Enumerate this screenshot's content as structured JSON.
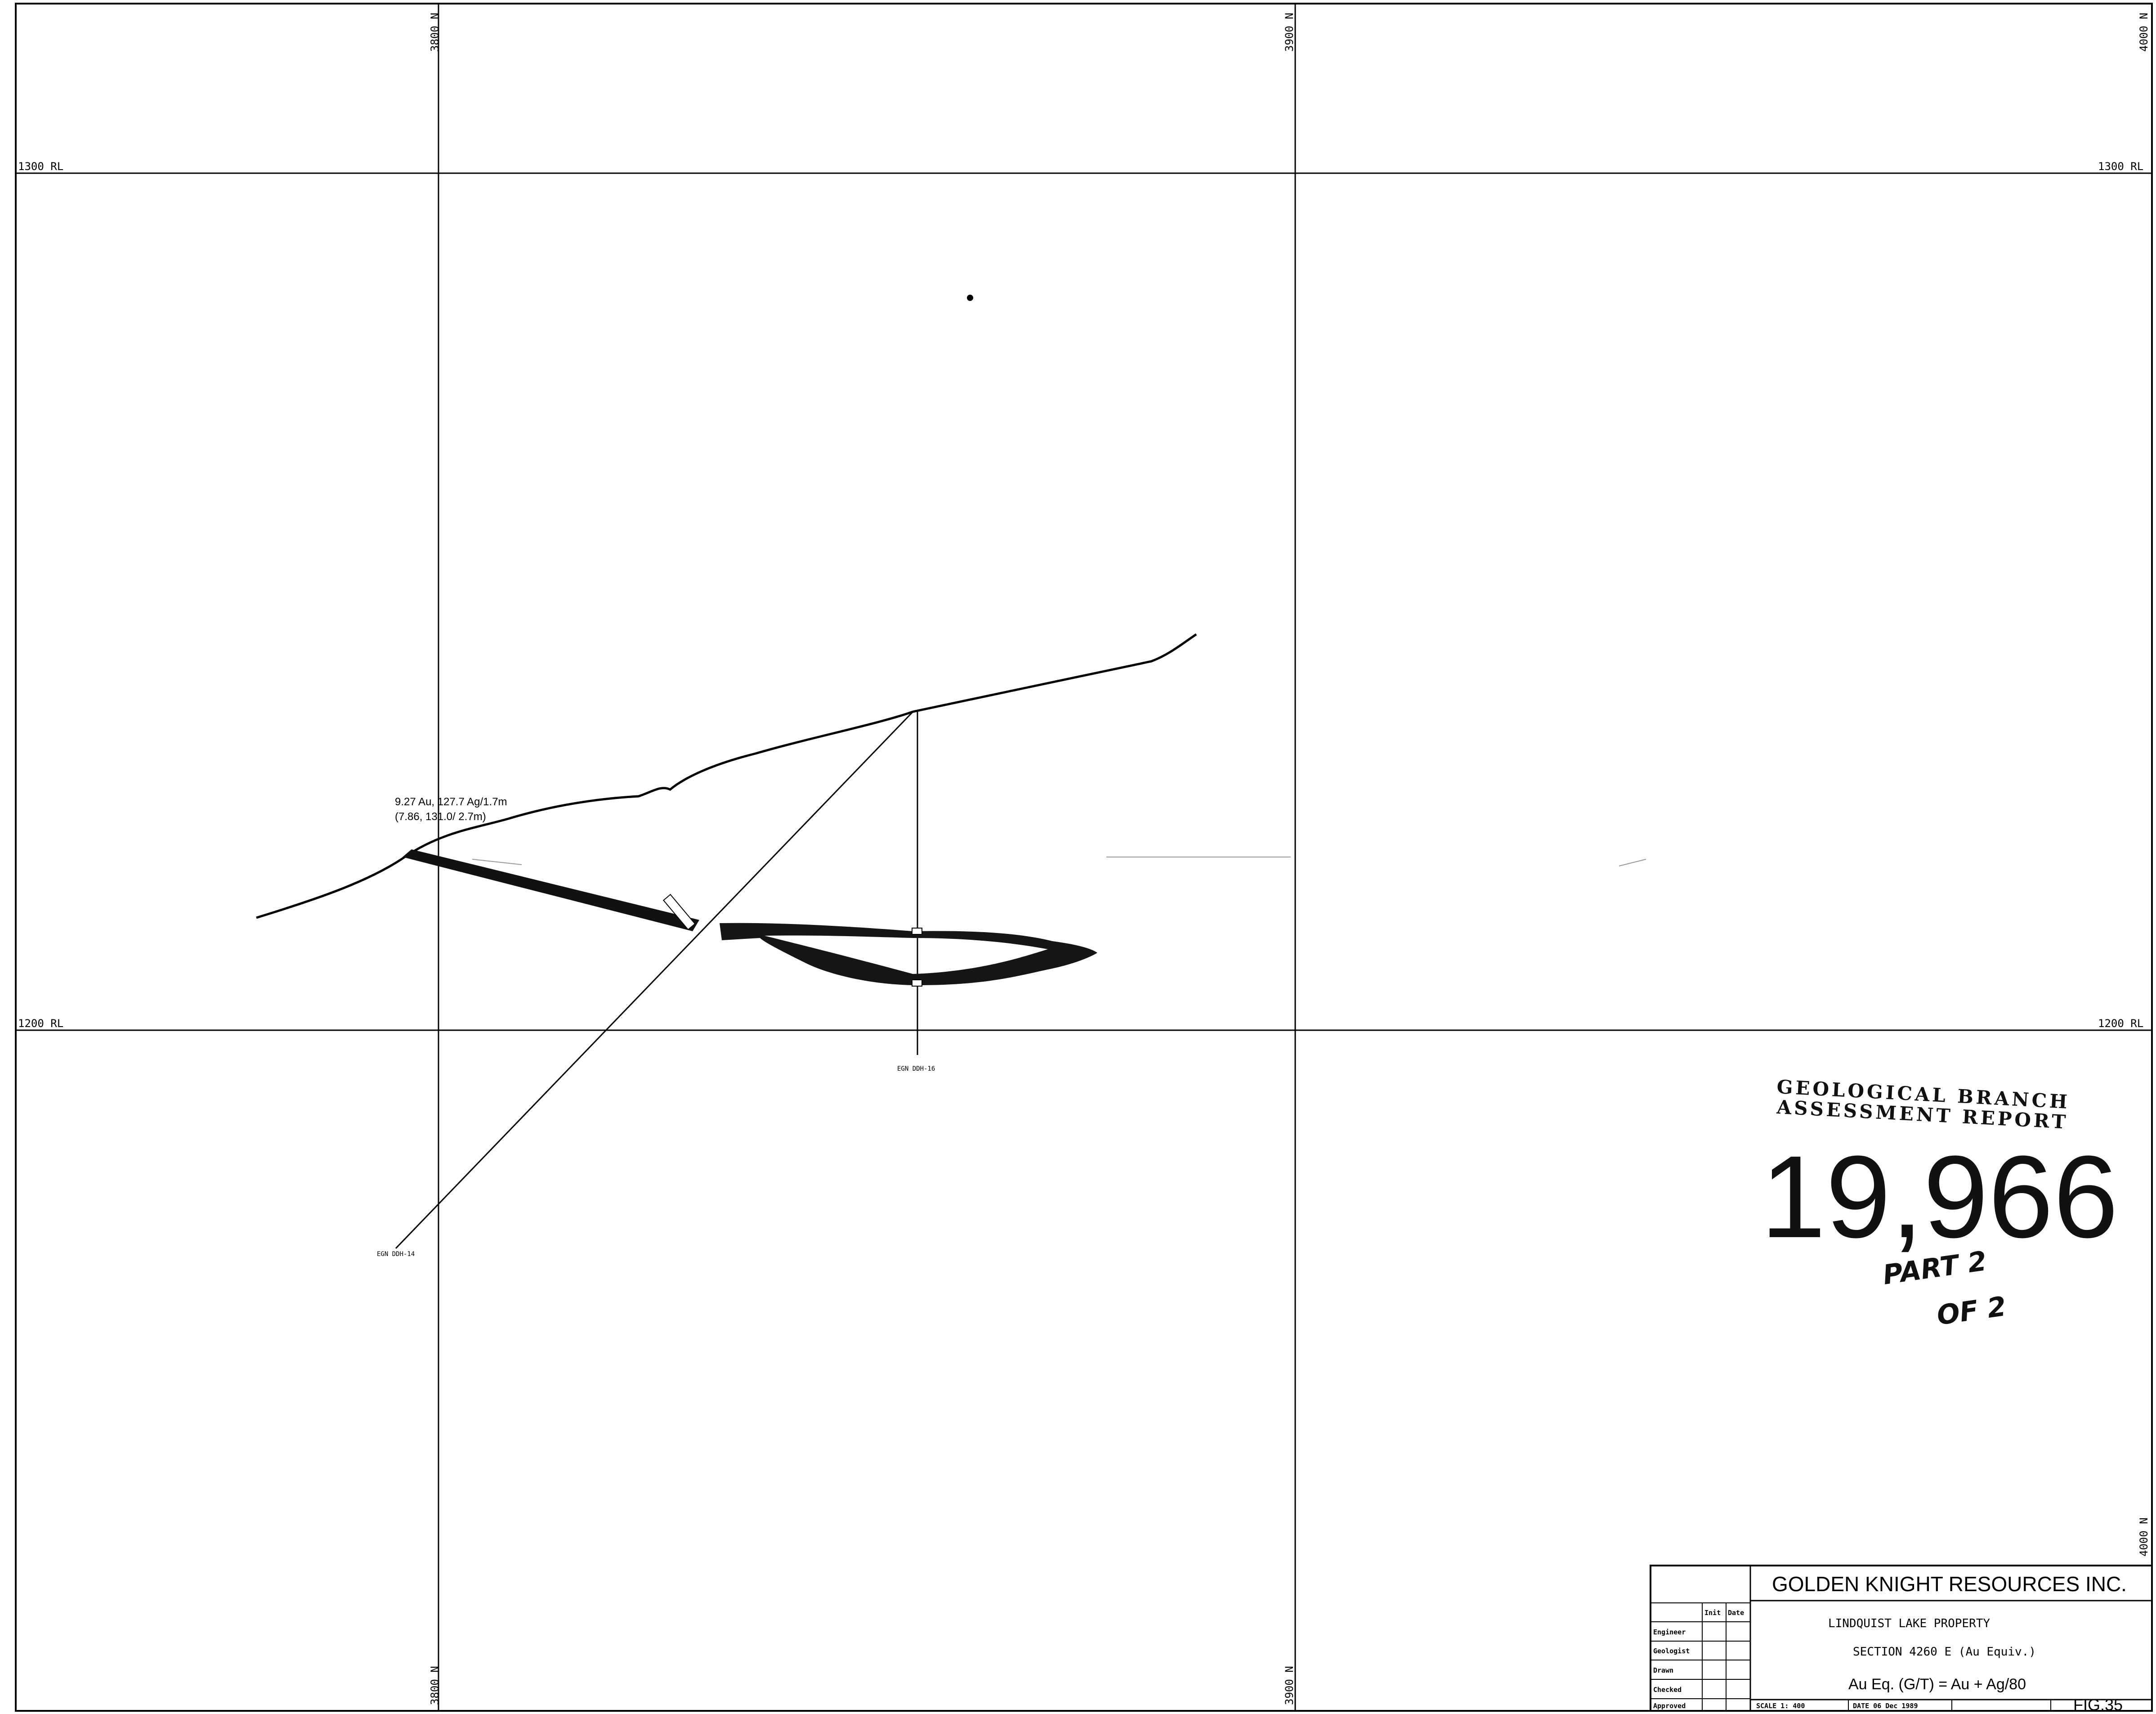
{
  "grid": {
    "northings": [
      "3800 N",
      "3900 N",
      "4000 N"
    ],
    "levels": [
      "1300 RL",
      "1200 RL"
    ]
  },
  "drillholes": {
    "ddh14": "EGN DDH-14",
    "ddh16": "EGN DDH-16"
  },
  "assay": {
    "line1": "9.27 Au, 127.7 Ag/1.7m",
    "line2": "(7.86, 131.0/ 2.7m)"
  },
  "stamp": {
    "line1": "GEOLOGICAL BRANCH",
    "line2": "ASSESSMENT REPORT",
    "number": "19,966",
    "part1": "PART 2",
    "part2": "OF 2"
  },
  "title_block": {
    "company": "GOLDEN KNIGHT RESOURCES INC.",
    "property": "LINDQUIST LAKE PROPERTY",
    "section": "SECTION 4260 E  (Au Equiv.)",
    "formula": "Au Eq. (G/T) = Au + Ag/80",
    "col_init": "Init",
    "col_date": "Date",
    "roles": [
      "Engineer",
      "Geologist",
      "Drawn",
      "Checked",
      "Approved"
    ],
    "scale": "SCALE 1: 400",
    "date": "DATE 06 Dec 1989",
    "figure": "FIG.35"
  }
}
